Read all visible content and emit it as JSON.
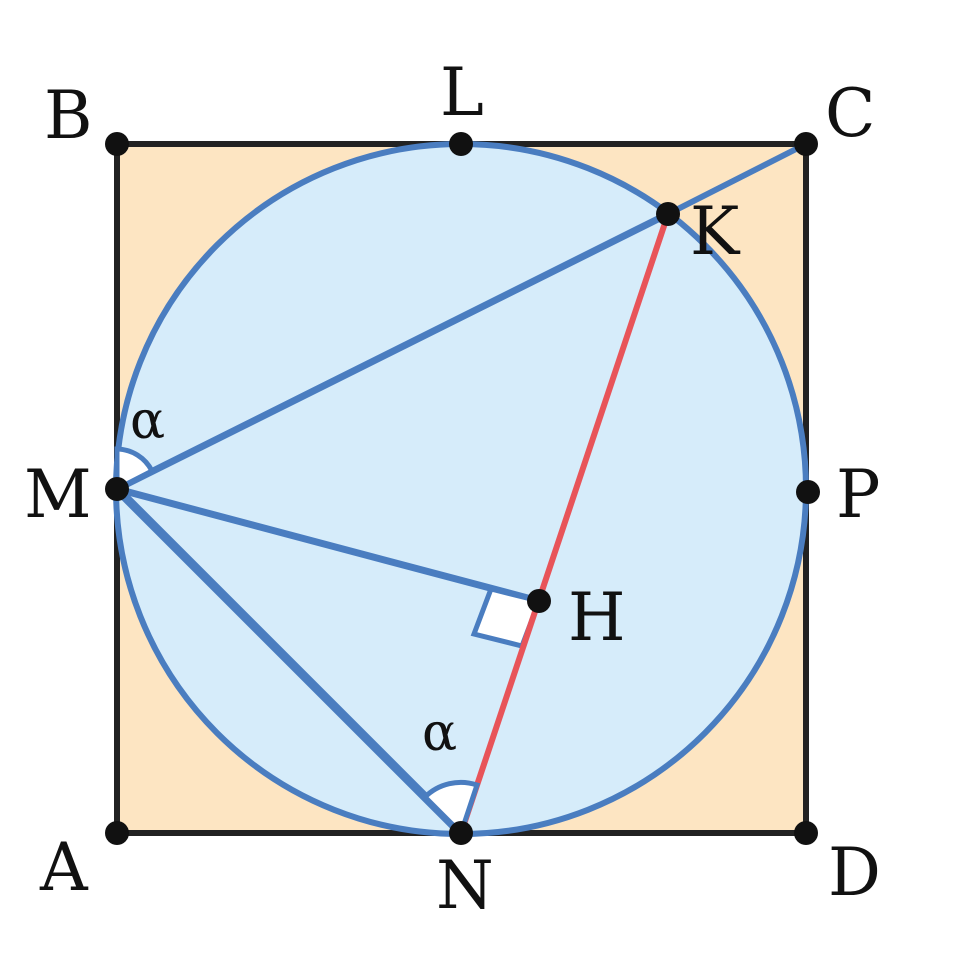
{
  "points": {
    "A": "A",
    "B": "B",
    "C": "C",
    "D": "D",
    "L": "L",
    "K": "K",
    "M": "M",
    "P": "P",
    "H": "H",
    "N": "N"
  },
  "angles": {
    "at_M": "α",
    "at_N": "α"
  },
  "colors": {
    "square_fill": "#fde5c2",
    "square_stroke": "#222222",
    "circle_fill": "#d6ecfa",
    "circle_stroke": "#4a7dc0",
    "chord_blue": "#4a7dc0",
    "segment_red": "#e85459",
    "point": "#111111"
  }
}
